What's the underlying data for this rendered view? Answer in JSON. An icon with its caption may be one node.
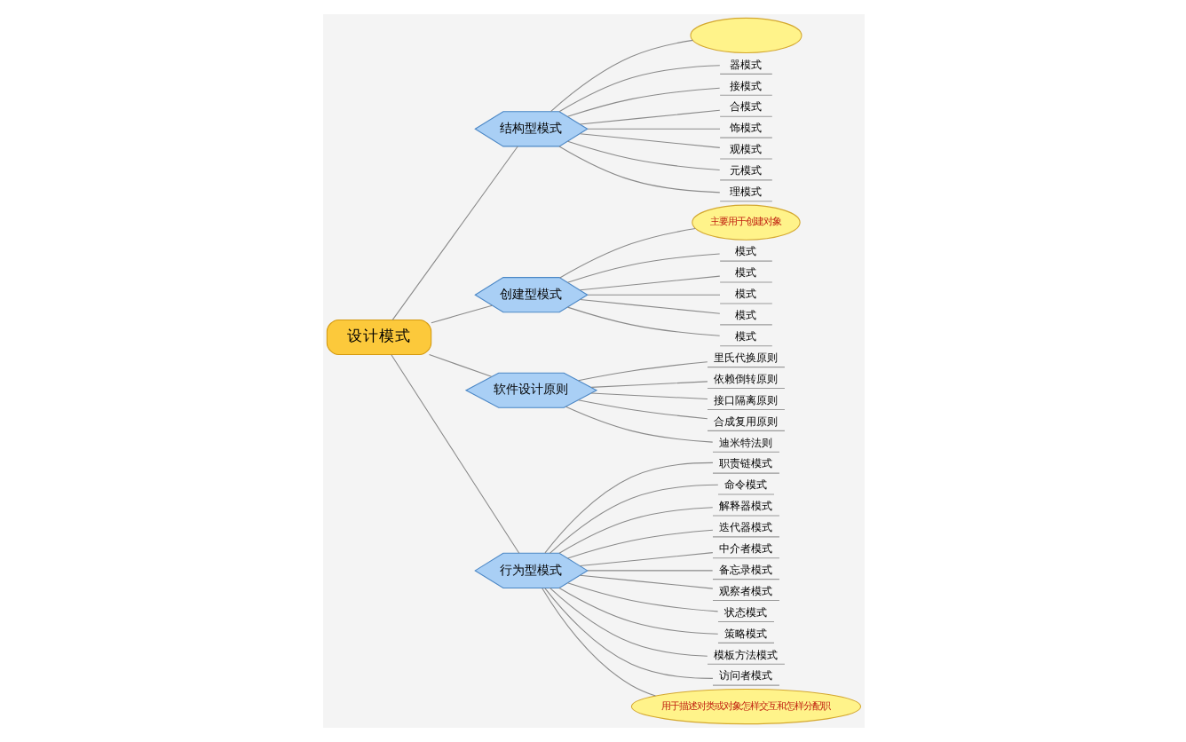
{
  "diagram": {
    "nodes": [
      {
        "text": [
          "设计模式"
        ]
      },
      {
        "text": [
          "结构型模式"
        ]
      },
      {
        "text": [],
        "shape": "ellipse"
      },
      {
        "text": [
          "器模式"
        ]
      },
      {
        "text": [
          "接模式"
        ]
      },
      {
        "text": [
          "合模式"
        ]
      },
      {
        "text": [
          "饰模式"
        ]
      },
      {
        "text": [
          "观模式"
        ]
      },
      {
        "text": [
          "元模式"
        ]
      },
      {
        "text": [
          "理模式"
        ]
      },
      {
        "text": [
          "创建型模式"
        ]
      },
      {
        "text": [
          "主要用于创建对象"
        ]
      },
      {
        "text": [
          "模式"
        ]
      },
      {
        "text": [
          "模式"
        ]
      },
      {
        "text": [
          "模式"
        ]
      },
      {
        "text": [
          "模式"
        ]
      },
      {
        "text": [
          "模式"
        ]
      },
      {
        "text": [
          "软件设计原则"
        ]
      },
      {
        "text": [
          "里氏代换原则"
        ]
      },
      {
        "text": [
          "依赖倒转原则"
        ]
      },
      {
        "text": [
          "接口隔离原则"
        ]
      },
      {
        "text": [
          "合成复用原则"
        ]
      },
      {
        "text": [
          "迪米特法则"
        ]
      },
      {
        "text": [
          "行为型模式"
        ]
      },
      {
        "text": [
          "职责链模式"
        ]
      },
      {
        "text": [
          "命令模式"
        ]
      },
      {
        "text": [
          "解释器模式"
        ]
      },
      {
        "text": [
          "迭代器模式"
        ]
      },
      {
        "text": [
          "中介者模式"
        ]
      },
      {
        "text": [
          "备忘录模式"
        ]
      },
      {
        "text": [
          "观察者模式"
        ]
      },
      {
        "text": [
          "状态模式"
        ]
      },
      {
        "text": [
          "策略模式"
        ]
      },
      {
        "text": [
          "模板方法模式"
        ]
      },
      {
        "text": [
          "访问者模式"
        ]
      },
      {
        "text": [
          "用于描述对类或对象怎样交互和怎样分配职"
        ]
      }
    ],
    "edges": [
      {
        "from": 0,
        "to": 1,
        "arrow": "none"
      },
      {
        "from": 0,
        "to": 10,
        "arrow": "none"
      },
      {
        "from": 0,
        "to": 17,
        "arrow": "none"
      },
      {
        "from": 0,
        "to": 23,
        "arrow": "none"
      },
      {
        "from": 1,
        "to": 2,
        "arrow": "none"
      },
      {
        "from": 1,
        "to": 3,
        "arrow": "none"
      },
      {
        "from": 1,
        "to": 4,
        "arrow": "none"
      },
      {
        "from": 1,
        "to": 5,
        "arrow": "none"
      },
      {
        "from": 1,
        "to": 6,
        "arrow": "none"
      },
      {
        "from": 1,
        "to": 7,
        "arrow": "none"
      },
      {
        "from": 1,
        "to": 8,
        "arrow": "none"
      },
      {
        "from": 1,
        "to": 9,
        "arrow": "none"
      },
      {
        "from": 10,
        "to": 11,
        "arrow": "none"
      },
      {
        "from": 10,
        "to": 12,
        "arrow": "none"
      },
      {
        "from": 10,
        "to": 13,
        "arrow": "none"
      },
      {
        "from": 10,
        "to": 14,
        "arrow": "none"
      },
      {
        "from": 10,
        "to": 15,
        "arrow": "none"
      },
      {
        "from": 10,
        "to": 16,
        "arrow": "none"
      },
      {
        "from": 17,
        "to": 18,
        "arrow": "none"
      },
      {
        "from": 17,
        "to": 19,
        "arrow": "none"
      },
      {
        "from": 17,
        "to": 20,
        "arrow": "none"
      },
      {
        "from": 17,
        "to": 21,
        "arrow": "none"
      },
      {
        "from": 17,
        "to": 22,
        "arrow": "none"
      },
      {
        "from": 23,
        "to": 24,
        "arrow": "none"
      },
      {
        "from": 23,
        "to": 25,
        "arrow": "none"
      },
      {
        "from": 23,
        "to": 26,
        "arrow": "none"
      },
      {
        "from": 23,
        "to": 27,
        "arrow": "none"
      },
      {
        "from": 23,
        "to": 28,
        "arrow": "none"
      },
      {
        "from": 23,
        "to": 29,
        "arrow": "none"
      },
      {
        "from": 23,
        "to": 30,
        "arrow": "none"
      },
      {
        "from": 23,
        "to": 31,
        "arrow": "none"
      },
      {
        "from": 23,
        "to": 32,
        "arrow": "none"
      },
      {
        "from": 23,
        "to": 33,
        "arrow": "none"
      },
      {
        "from": 23,
        "to": 34,
        "arrow": "none"
      },
      {
        "from": 23,
        "to": 35,
        "arrow": "none"
      }
    ]
  }
}
